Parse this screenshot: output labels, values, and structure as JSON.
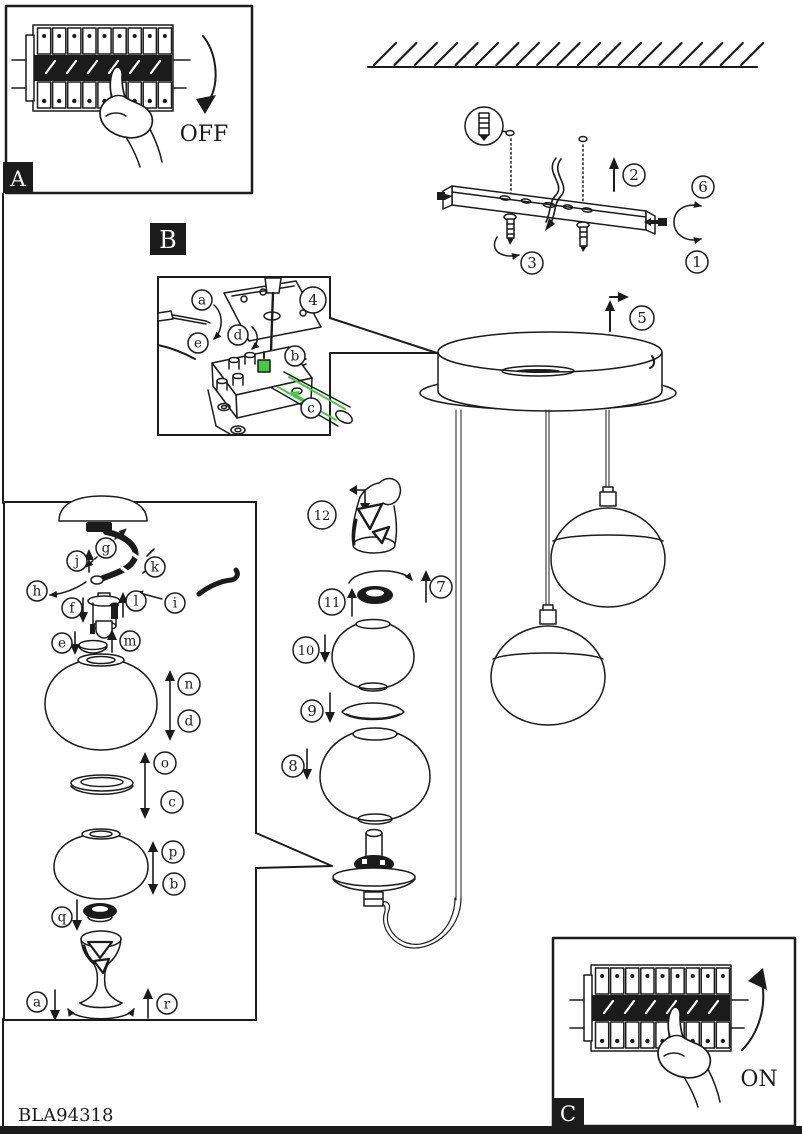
{
  "page": {
    "product_code": "BLA94318"
  },
  "colors": {
    "ink": "#1b1b1b",
    "paper": "#ffffff",
    "highlight": "#3ecf3e"
  },
  "panels": {
    "a": {
      "label": "A",
      "caption": "OFF"
    },
    "b": {
      "label": "B"
    },
    "c": {
      "label": "C",
      "caption": "ON"
    }
  },
  "steps": {
    "1": "1",
    "2": "2",
    "3": "3",
    "4": "4",
    "5": "5",
    "6": "6",
    "7": "7",
    "8": "8",
    "9": "9",
    "10": "10",
    "11": "11",
    "12": "12"
  },
  "parts": {
    "a": "a",
    "b": "b",
    "c": "c",
    "d": "d",
    "e": "e",
    "f": "f",
    "g": "g",
    "h": "h",
    "i": "i",
    "j": "j",
    "k": "k",
    "l": "l",
    "m": "m",
    "n": "n",
    "o": "o",
    "p": "p",
    "q": "q",
    "r": "r"
  },
  "detail_b": {
    "step": "4",
    "letters": {
      "a": "a",
      "b": "b",
      "c": "c",
      "d": "d",
      "e": "e"
    }
  }
}
